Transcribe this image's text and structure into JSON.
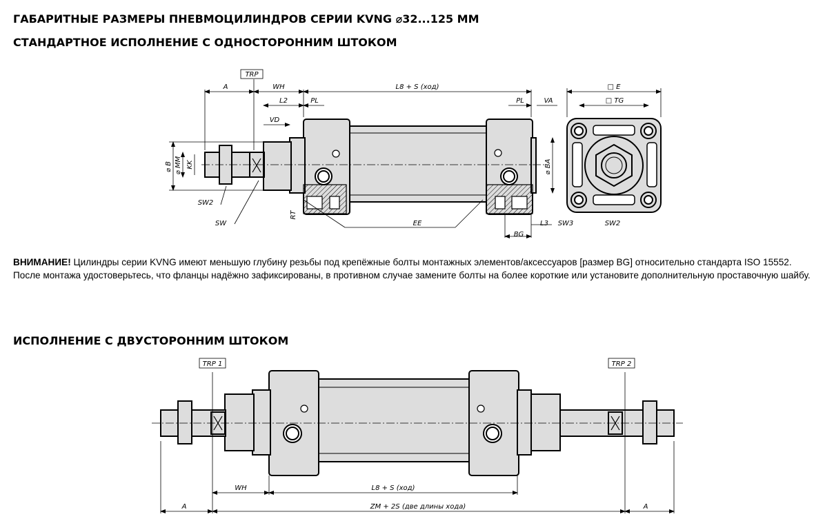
{
  "headings": {
    "main": "ГАБАРИТНЫЕ РАЗМЕРЫ ПНЕВМОЦИЛИНДРОВ СЕРИИ KVNG ⌀32...125 ММ",
    "single_rod": "СТАНДАРТНОЕ ИСПОЛНЕНИЕ С ОДНОСТОРОННИМ ШТОКОМ",
    "double_rod": "ИСПОЛНЕНИЕ С ДВУСТОРОННИМ ШТОКОМ"
  },
  "note": {
    "label": "ВНИМАНИЕ!",
    "line1": " Цилиндры серии KVNG имеют меньшую глубину резьбы под крепёжные болты монтажных элементов/аксессуаров [размер BG] относительно стандарта ISO 15552.",
    "line2": "После монтажа удостоверьтесь, что фланцы надёжно зафиксированы, в противном случае замените болты на более короткие или установите дополнительную проставочную шайбу."
  },
  "single_rod_drawing": {
    "labels": {
      "trp": "TRP",
      "a": "A",
      "wh": "WH",
      "l8s": "L8 + S (ход)",
      "l2": "L2",
      "pl_left": "PL",
      "pl_right": "PL",
      "va": "VA",
      "vd": "VD",
      "b": "⌀ B",
      "mm": "⌀ MM",
      "kk": "KK",
      "ba": "⌀ BA",
      "sw2": "SW2",
      "sw": "SW",
      "rt": "RT",
      "ee": "EE",
      "l3": "L3",
      "bg": "BG",
      "sw3_side": "SW3",
      "sw2_side": "SW2",
      "e": "□ E",
      "tg": "□ TG"
    }
  },
  "double_rod_drawing": {
    "labels": {
      "trp1": "TRP 1",
      "trp2": "TRP 2",
      "wh": "WH",
      "l8s": "L8 + S (ход)",
      "a_left": "A",
      "zm": "ZM + 2S (две длины хода)",
      "a_right": "A"
    }
  }
}
